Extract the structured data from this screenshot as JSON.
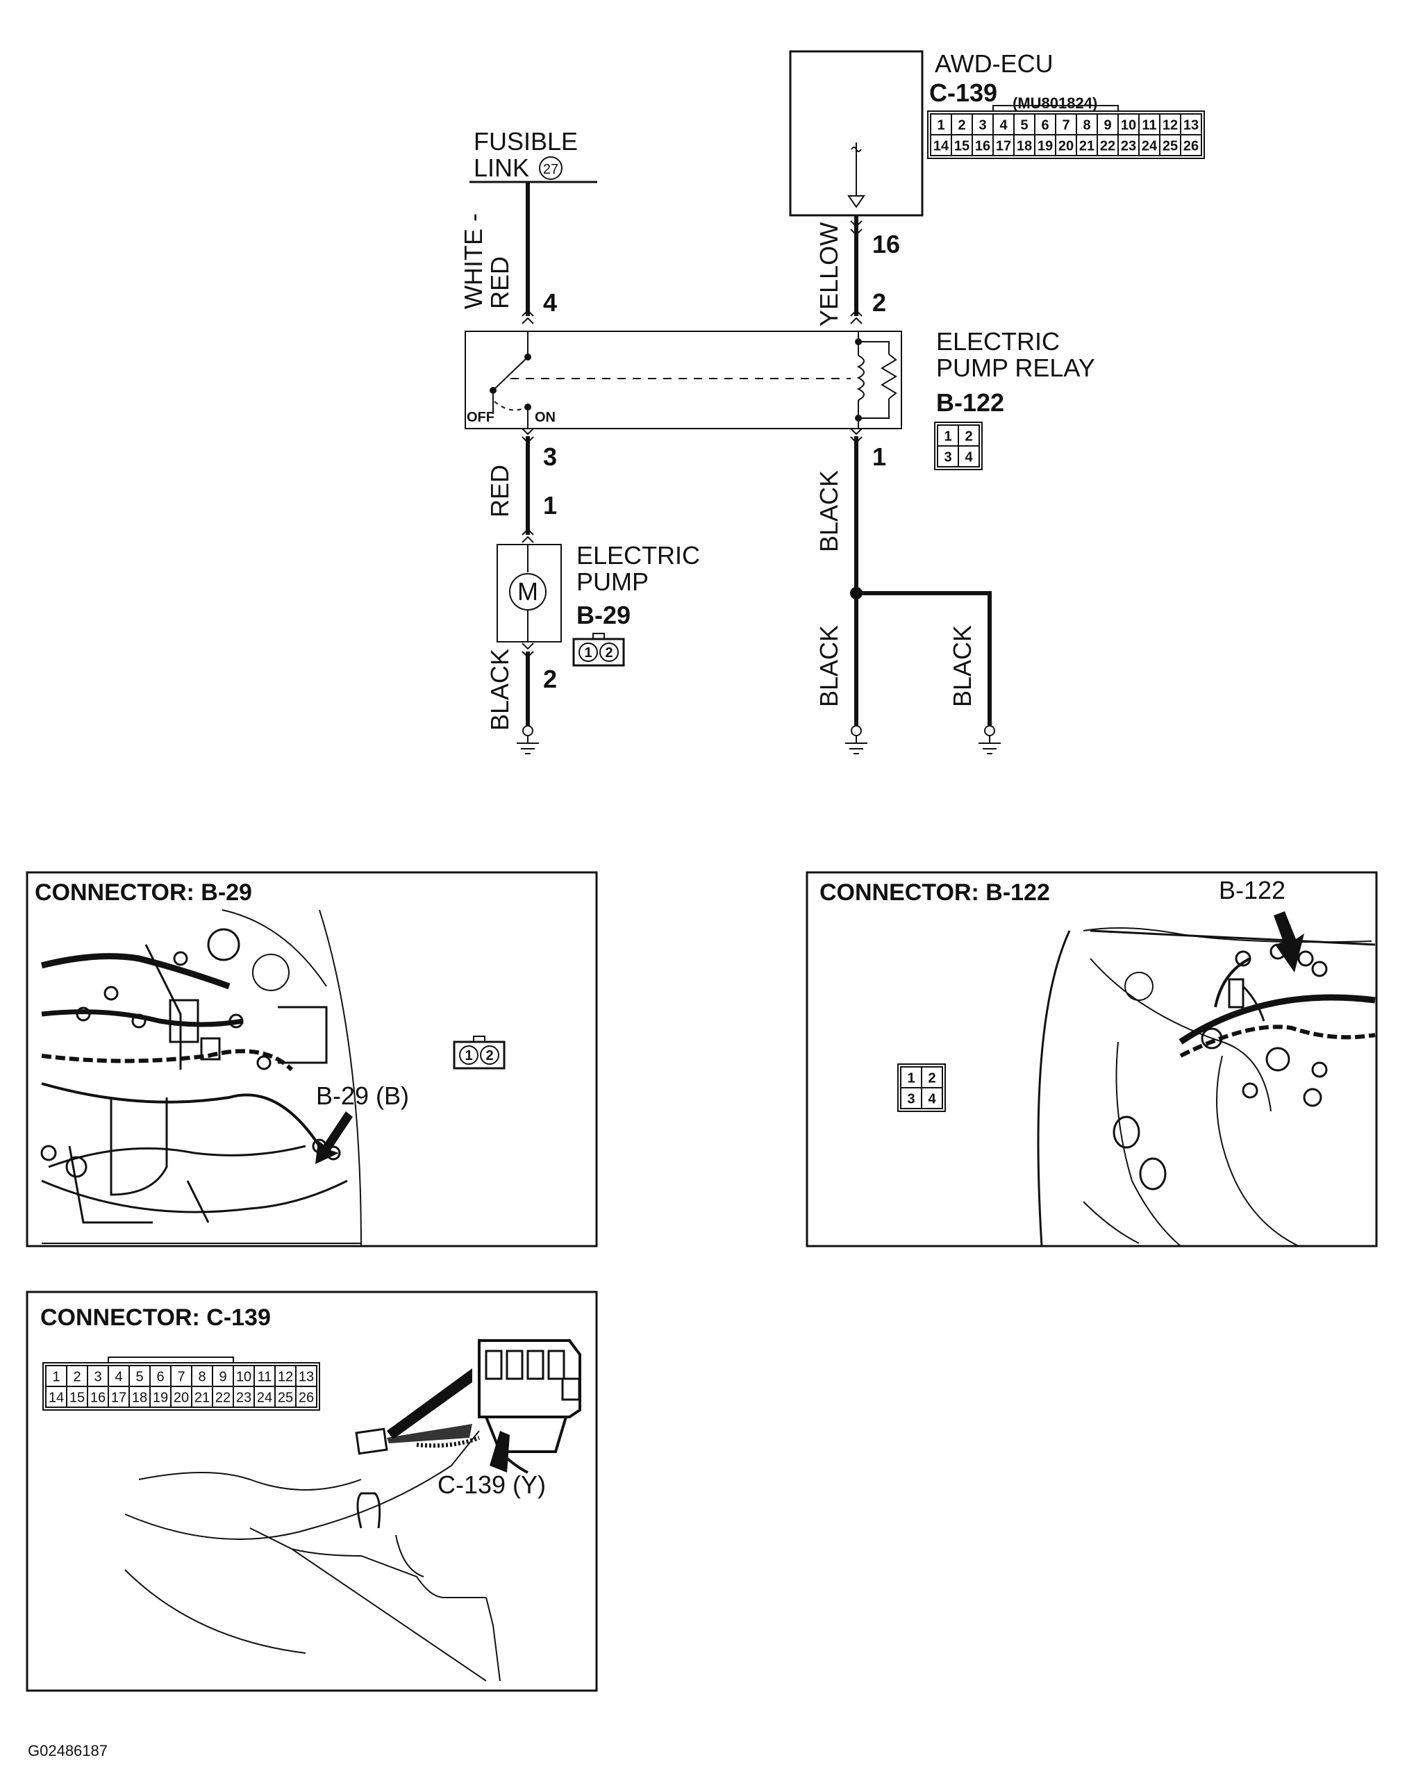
{
  "ecu": {
    "name": "AWD-ECU",
    "connector": "C-139",
    "part_no": "(MU801824)",
    "pin_row1": [
      "1",
      "2",
      "3",
      "4",
      "5",
      "6",
      "7",
      "8",
      "9",
      "10",
      "11",
      "12",
      "13"
    ],
    "pin_row2": [
      "14",
      "15",
      "16",
      "17",
      "18",
      "19",
      "20",
      "21",
      "22",
      "23",
      "24",
      "25",
      "26"
    ]
  },
  "fusible": {
    "line1": "FUSIBLE",
    "line2": "LINK",
    "number": "27"
  },
  "wires": {
    "white_red_1": "WHITE -",
    "white_red_2": "RED",
    "yellow": "YELLOW",
    "red": "RED",
    "black_pump": "BLACK",
    "black_relay": "BLACK",
    "black_ground_a": "BLACK",
    "black_ground_b": "BLACK"
  },
  "pins": {
    "ecu_16": "16",
    "relay_4": "4",
    "relay_2": "2",
    "relay_3": "3",
    "relay_1": "1",
    "pump_1": "1",
    "pump_2": "2"
  },
  "relay": {
    "line1": "ELECTRIC",
    "line2": "PUMP RELAY",
    "connector": "B-122",
    "off": "OFF",
    "on": "ON",
    "pins": [
      "1",
      "2",
      "3",
      "4"
    ]
  },
  "pump": {
    "line1": "ELECTRIC",
    "line2": "PUMP",
    "connector": "B-29",
    "motor": "M",
    "pins": [
      "1",
      "2"
    ]
  },
  "panels": {
    "b29": {
      "title": "CONNECTOR: B-29",
      "callout": "B-29 (B)",
      "pins": [
        "1",
        "2"
      ]
    },
    "b122": {
      "title": "CONNECTOR: B-122",
      "callout": "B-122",
      "pins": [
        "1",
        "2",
        "3",
        "4"
      ]
    },
    "c139": {
      "title": "CONNECTOR: C-139",
      "callout": "C-139 (Y)"
    }
  },
  "figure_id": "G02486187"
}
